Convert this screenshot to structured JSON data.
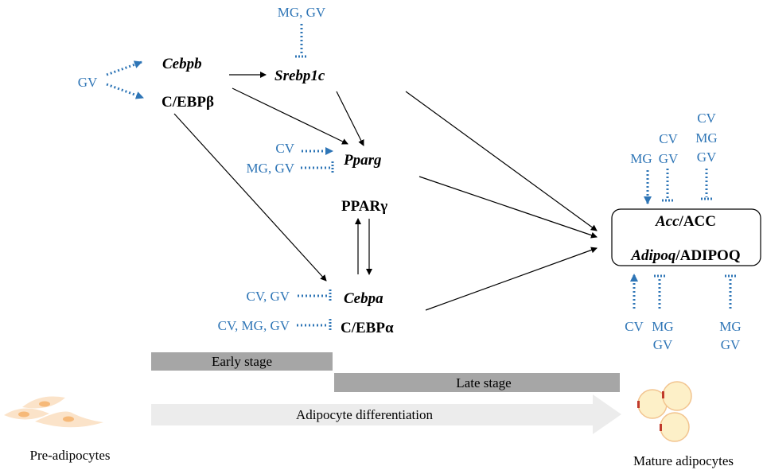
{
  "colors": {
    "modulator": "#2e75b6",
    "stage_bar": "#a6a6a6",
    "arrow": "#ececec"
  },
  "modulators": {
    "srebp_top": "MG, GV",
    "cebpb_left": "GV",
    "pparg_up": "CV",
    "pparg_down": "MG, GV",
    "cebpa_down": "CV, GV",
    "cebpa_protein_down": "CV, MG, GV",
    "box_top_1": "MG",
    "box_top_2": [
      "CV",
      "GV"
    ],
    "box_top_3": [
      "CV",
      "MG",
      "GV"
    ],
    "box_bottom_1": "CV",
    "box_bottom_2": [
      "MG",
      "GV"
    ],
    "box_bottom_3": [
      "MG",
      "GV"
    ]
  },
  "genes": {
    "cebpb": "Cebpb",
    "cebpb_protein": "C/EBPβ",
    "srebp1c": "Srebp1c",
    "pparg": "Pparg",
    "pparg_protein": "PPARγ",
    "cebpa": "Cebpa",
    "cebpa_protein": "C/EBPα",
    "acc_gene": "Acc",
    "acc_protein": "/ACC",
    "adipoq_gene": "Adipoq",
    "adipoq_protein": "/ADIPOQ"
  },
  "timeline": {
    "early": "Early stage",
    "late": "Late stage",
    "process": "Adipocyte differentiation",
    "start": "Pre-adipocytes",
    "end": "Mature adipocytes"
  }
}
